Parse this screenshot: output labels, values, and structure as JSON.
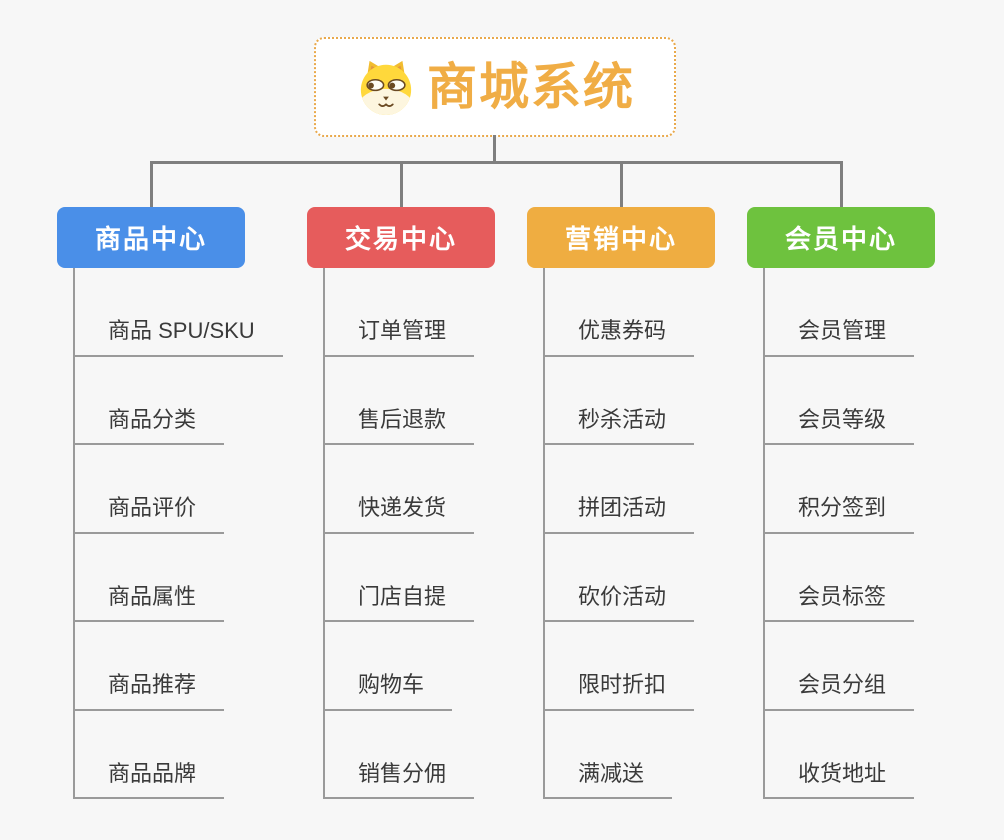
{
  "root": {
    "title": "商城系统",
    "icon": "dog-face-icon",
    "text_color": "#F0AD45",
    "border_color": "#E9A94C"
  },
  "connector_color": "#7F7F7F",
  "background_color": "#F7F7F7",
  "item_line_color": "#9A9A9A",
  "item_text_color": "#3A3A3A",
  "branches": [
    {
      "id": "product-center",
      "label": "商品中心",
      "color": "#4A8FE8",
      "items": [
        "商品 SPU/SKU",
        "商品分类",
        "商品评价",
        "商品属性",
        "商品推荐",
        "商品品牌"
      ]
    },
    {
      "id": "trade-center",
      "label": "交易中心",
      "color": "#E65C5C",
      "items": [
        "订单管理",
        "售后退款",
        "快递发货",
        "门店自提",
        "购物车",
        "销售分佣"
      ]
    },
    {
      "id": "marketing-center",
      "label": "营销中心",
      "color": "#EFAD41",
      "items": [
        "优惠券码",
        "秒杀活动",
        "拼团活动",
        "砍价活动",
        "限时折扣",
        "满减送"
      ]
    },
    {
      "id": "member-center",
      "label": "会员中心",
      "color": "#6EC23E",
      "items": [
        "会员管理",
        "会员等级",
        "积分签到",
        "会员标签",
        "会员分组",
        "收货地址"
      ]
    }
  ]
}
